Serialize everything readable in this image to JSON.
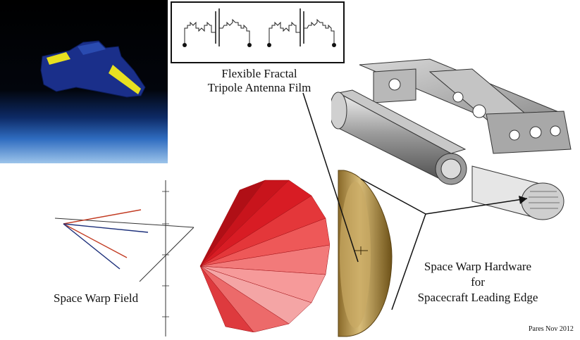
{
  "antenna_label": {
    "line1": "Flexible Fractal",
    "line2": "Tripole Antenna Film"
  },
  "field_label": "Space Warp Field",
  "hardware_label": {
    "line1": "Space Warp Hardware",
    "line2": "for",
    "line3": "Spacecraft Leading Edge"
  },
  "credit": "Pares Nov 2012",
  "colors": {
    "cone_red": "#e8202a",
    "disk_gold": "#b8964a",
    "craft_blue": "#1a2f8a",
    "craft_yellow": "#e8e020"
  },
  "icons": [
    "spacecraft-photo",
    "fractal-antenna-schematic",
    "truss-frame-3d",
    "space-warp-field-plot",
    "red-cone-3d",
    "gold-disk-photo"
  ]
}
